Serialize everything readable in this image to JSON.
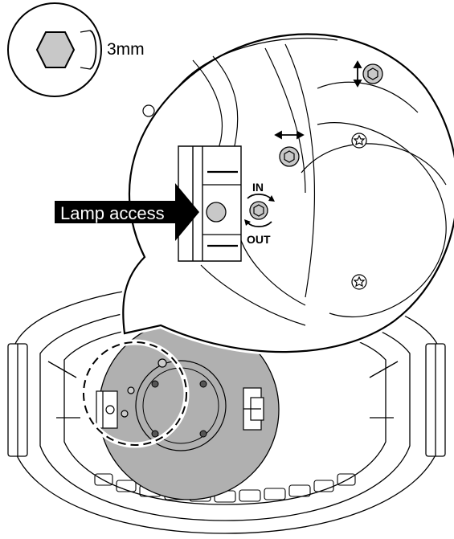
{
  "hex_key": {
    "size_label": "3mm"
  },
  "callout": {
    "lamp_access_label": "Lamp access"
  },
  "adjusters": {
    "in_label": "IN",
    "out_label": "OUT"
  },
  "colors": {
    "plate": "#b0b0b0",
    "screw": "#c8c8c8",
    "ink": "#000000",
    "callout_bg": "#000000"
  },
  "icons": [
    "hex-key-icon",
    "vertical-arrow-icon",
    "horizontal-arrow-icon",
    "rotate-in-icon",
    "rotate-out-icon",
    "torx-screw-icon"
  ]
}
